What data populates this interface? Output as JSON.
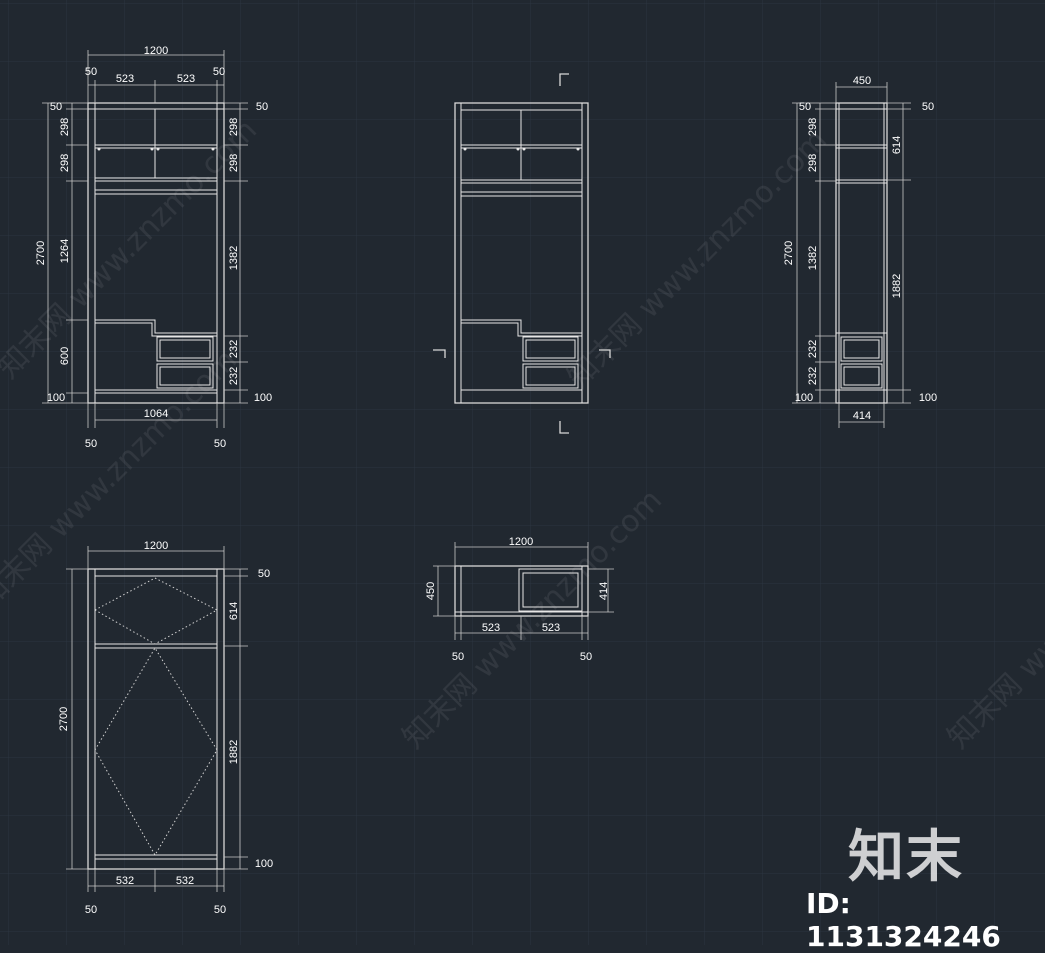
{
  "watermark": {
    "text": "知末网 www.znzmo.com"
  },
  "brand": {
    "mark": "知末",
    "id_label": "ID: 1131324246"
  },
  "views": {
    "front_elevation": {
      "top_width": "1200",
      "top_side_left": "50",
      "top_side_right": "50",
      "top_half_left": "523",
      "top_half_right": "523",
      "left_total": "2700",
      "left_upper": "1264",
      "left_lower": "600",
      "left_base": "100",
      "left_top_50": "50",
      "left_298a": "298",
      "left_298b": "298",
      "right_top_50": "50",
      "right_298a": "298",
      "right_298b": "298",
      "right_main": "1382",
      "right_232a": "232",
      "right_232b": "232",
      "right_base": "100",
      "bottom_inner": "1064",
      "bottom_side_left": "50",
      "bottom_side_right": "50"
    },
    "side_elevation": {
      "top_width": "450",
      "left_total": "2700",
      "left_top_50": "50",
      "left_298a": "298",
      "left_298b": "298",
      "left_main": "1382",
      "left_232a": "232",
      "left_232b": "232",
      "left_base": "100",
      "right_top_50": "50",
      "right_614": "614",
      "right_1882": "1882",
      "right_base": "100",
      "bottom_inner": "414"
    },
    "door_elevation": {
      "top_width": "1200",
      "left_total": "2700",
      "right_top_50": "50",
      "right_614": "614",
      "right_1882": "1882",
      "right_base": "100",
      "bottom_half_left": "532",
      "bottom_half_right": "532",
      "bottom_side_left": "50",
      "bottom_side_right": "50"
    },
    "plan_view": {
      "top_width": "1200",
      "left_depth": "450",
      "right_depth": "414",
      "bottom_half_left": "523",
      "bottom_half_right": "523",
      "bottom_side_left": "50",
      "bottom_side_right": "50"
    }
  },
  "colors": {
    "background": "#212830",
    "grid": "#2c3540",
    "line": "#e6e6e6",
    "text": "#ffffff"
  }
}
